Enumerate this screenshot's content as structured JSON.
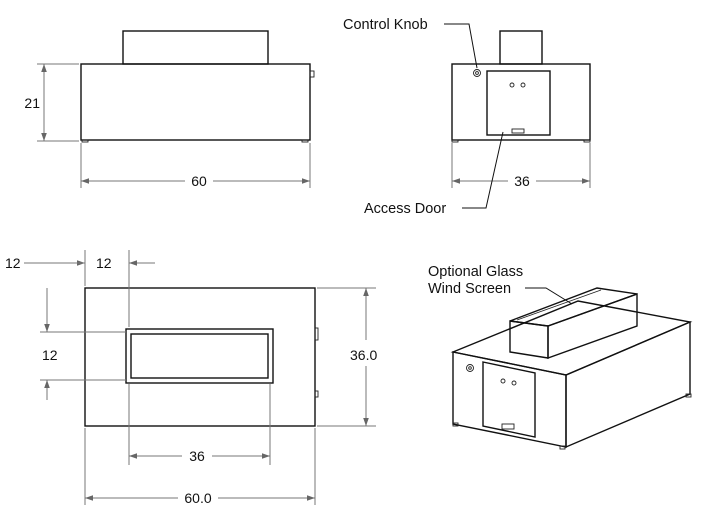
{
  "dimensions": {
    "front_height": "21",
    "front_width": "60",
    "side_width": "36",
    "top_offset_left": "12",
    "top_offset_right": "12",
    "top_offset_vertical": "12",
    "top_depth": "36.0",
    "top_burner_width": "36",
    "top_width": "60.0"
  },
  "callouts": {
    "control_knob": "Control Knob",
    "access_door": "Access Door",
    "glass_line1": "Optional Glass",
    "glass_line2": "Wind Screen"
  }
}
